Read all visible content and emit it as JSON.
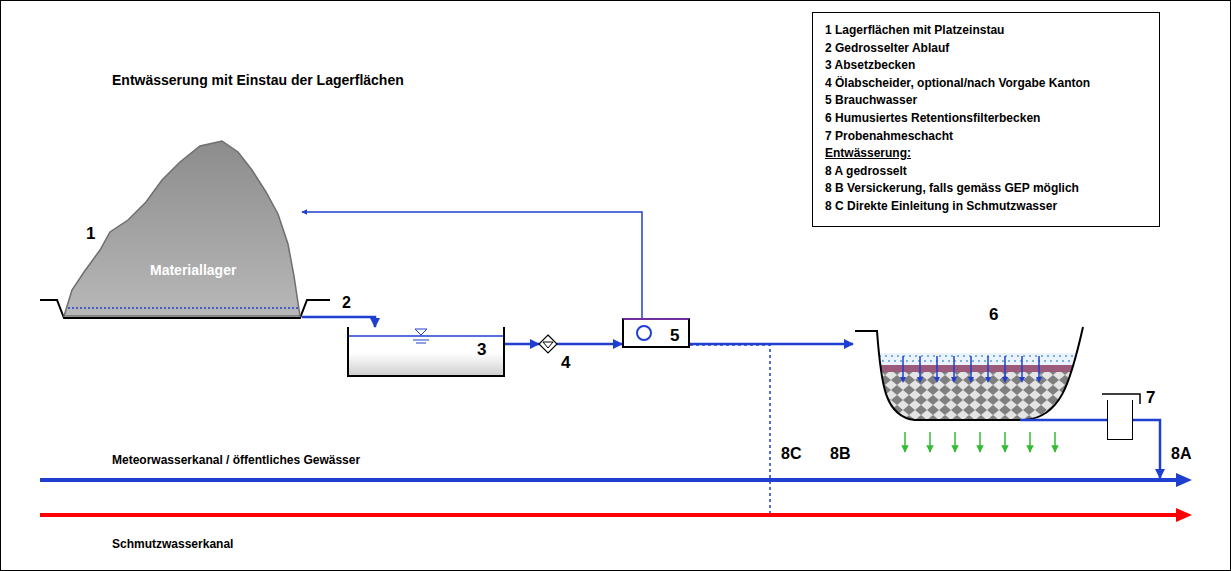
{
  "diagram": {
    "title": "Entwässerung mit Einstau der Lagerflächen",
    "nodes": [
      {
        "text": [
          "1",
          "Materiallager"
        ]
      },
      {
        "text": [
          "3"
        ]
      },
      {
        "text": [
          "4"
        ]
      },
      {
        "text": [
          "5"
        ]
      },
      {
        "text": [
          "6"
        ]
      },
      {
        "text": [
          "7"
        ]
      },
      {
        "text": [
          "Meteorwasserkanal / öffentliches Gewässer"
        ]
      },
      {
        "text": [
          "Schmutzwasserkanal"
        ]
      }
    ],
    "edges": [
      {
        "from": 0,
        "to": 1,
        "label": "2",
        "arrow": "to"
      },
      {
        "from": 1,
        "to": 2,
        "arrow": "to"
      },
      {
        "from": 2,
        "to": 3,
        "arrow": "to"
      },
      {
        "from": 3,
        "to": 0,
        "arrow": "to"
      },
      {
        "from": 3,
        "to": 4,
        "arrow": "to"
      },
      {
        "from": 3,
        "to": 7,
        "label": "8C",
        "arrow": "none"
      },
      {
        "from": 4,
        "to": 5,
        "arrow": "none"
      },
      {
        "from": 5,
        "to": 6,
        "label": "8A",
        "arrow": "to"
      }
    ],
    "labels": [
      "8B",
      "Entwässerung:"
    ],
    "legend": [
      {
        "text": "1 Lagerflächen mit Platzeinstau"
      },
      {
        "text": "2 Gedrosselter Ablauf"
      },
      {
        "text": "3 Absetzbecken"
      },
      {
        "text": "4 Ölabscheider, optional/nach Vorgabe Kanton"
      },
      {
        "text": "5 Brauchwasser"
      },
      {
        "text": "6 Humusiertes Retentionsfilterbecken"
      },
      {
        "text": "7 Probenahmeschacht"
      },
      {
        "text": "8 A gedrosselt"
      },
      {
        "text": "8 B Versickerung, falls gemäss GEP möglich"
      },
      {
        "text": "8 C Direkte Einleitung in Schmutzwasser"
      }
    ]
  }
}
